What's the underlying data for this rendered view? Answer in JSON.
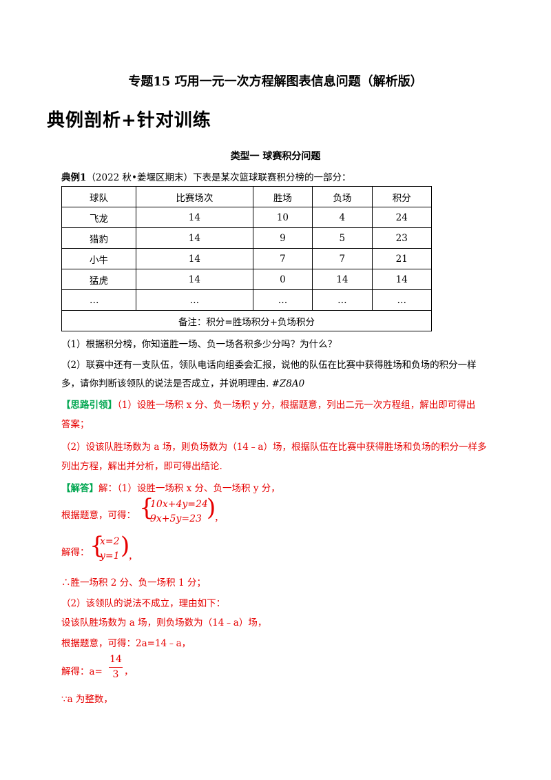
{
  "doc": {
    "title": "专题15 巧用一元一次方程解图表信息问题（解析版）",
    "heading": "典例剖析+针对训练",
    "subheading": "类型一  球赛积分问题",
    "example": {
      "label": "典例1",
      "text": "（2022 秋•姜堰区期末）下表是某次篮球联赛积分榜的一部分："
    },
    "table": {
      "headers": [
        "球队",
        "比赛场次",
        "胜场",
        "负场",
        "积分"
      ],
      "rows": [
        [
          "飞龙",
          "14",
          "10",
          "4",
          "24"
        ],
        [
          "猎豹",
          "14",
          "9",
          "5",
          "23"
        ],
        [
          "小牛",
          "14",
          "7",
          "7",
          "21"
        ],
        [
          "猛虎",
          "14",
          "0",
          "14",
          "14"
        ],
        [
          "…",
          "…",
          "…",
          "…",
          "…"
        ]
      ],
      "note": "备注：积分=胜场积分+负场积分"
    },
    "questions": {
      "q1": "（1）根据积分榜，你知道胜一场、负一场各积多少分吗？为什么？",
      "q2a": "（2）联赛中还有一支队伍，领队电话向组委会汇报，说他的队伍在比赛中获得胜场和负场的积分一样",
      "q2b_pre": "多，请你判断该领队的说法是否成立，并说明理由.",
      "q2b_code": "#Z8A0"
    },
    "hint": {
      "label": "【思路引领】",
      "l1": "（1）设胜一场积 x 分、负一场积 y 分，根据题意，列出二元一次方程组，解出即可得出",
      "l2": "答案；",
      "l3": "（2）设该队胜场数为 a 场，则负场数为（14﹣a）场，根据队伍在比赛中获得胜场和负场的积分一样多",
      "l4": "列出方程，解出并分析，即可得出结论."
    },
    "solution": {
      "label": "【解答】",
      "l1": "解：（1）设胜一场积 x 分、负一场积 y 分，",
      "l2_pre": "根据题意，可得：",
      "eq1": "10x+4y=24",
      "eq2": "9x+5y=23",
      "l2_post": "，",
      "l3_pre": "解得：",
      "sol1": "x=2",
      "sol2": "y=1",
      "l3_post": "，",
      "l4": "∴胜一场积 2 分、负一场积 1 分；",
      "l5": "（2）该领队的说法不成立，理由如下：",
      "l6": "设该队胜场数为 a 场，则负场数为（14﹣a）场，",
      "l7": "根据题意，可得：2a=14﹣a，",
      "l8_pre": "解得：a=",
      "frac_num": "14",
      "frac_den": "3",
      "l8_post": "，",
      "l9": "∵a 为整数，"
    }
  }
}
